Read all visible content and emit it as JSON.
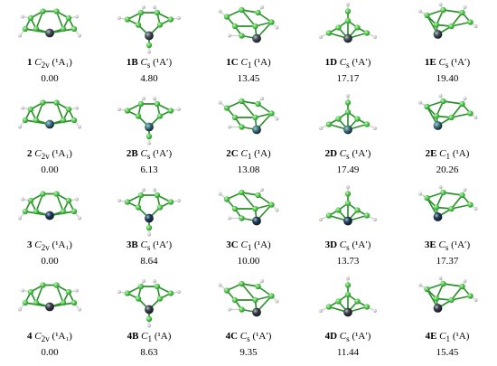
{
  "palette": {
    "carbon": "#5fd35a",
    "carbon_shade": "#2c8f2c",
    "hydrogen": "#e6e6e6",
    "bond": "#cfcfcf",
    "metal_row1": "#4b5560",
    "metal_row2": "#3f7f8e",
    "metal_row3": "#1f3f63",
    "metal_row4": "#40404f"
  },
  "icons": {
    "atom_c": "green-sphere",
    "atom_h": "white-sphere",
    "atom_m": "dark-metal-sphere"
  },
  "isomers": [
    [
      {
        "id": "1",
        "group": "C",
        "group_sub": "2v",
        "state": "(¹A₁)",
        "energy": "0.00",
        "shape": "A"
      },
      {
        "id": "1B",
        "group": "C",
        "group_sub": "s",
        "state": "(¹A′)",
        "energy": "4.80",
        "shape": "B"
      },
      {
        "id": "1C",
        "group": "C",
        "group_sub": "1",
        "state": "(¹A)",
        "energy": "13.45",
        "shape": "C"
      },
      {
        "id": "1D",
        "group": "C",
        "group_sub": "s",
        "state": "(¹A′)",
        "energy": "17.17",
        "shape": "D"
      },
      {
        "id": "1E",
        "group": "C",
        "group_sub": "s",
        "state": "(¹A′)",
        "energy": "19.40",
        "shape": "E"
      }
    ],
    [
      {
        "id": "2",
        "group": "C",
        "group_sub": "2v",
        "state": "(¹A₁)",
        "energy": "0.00",
        "shape": "A"
      },
      {
        "id": "2B",
        "group": "C",
        "group_sub": "s",
        "state": "(¹A′)",
        "energy": "6.13",
        "shape": "B"
      },
      {
        "id": "2C",
        "group": "C",
        "group_sub": "1",
        "state": "(¹A)",
        "energy": "13.08",
        "shape": "C"
      },
      {
        "id": "2D",
        "group": "C",
        "group_sub": "s",
        "state": "(¹A′)",
        "energy": "17.49",
        "shape": "D"
      },
      {
        "id": "2E",
        "group": "C",
        "group_sub": "1",
        "state": "(¹A)",
        "energy": "20.26",
        "shape": "E"
      }
    ],
    [
      {
        "id": "3",
        "group": "C",
        "group_sub": "2v",
        "state": "(¹A₁)",
        "energy": "0.00",
        "shape": "A"
      },
      {
        "id": "3B",
        "group": "C",
        "group_sub": "s",
        "state": "(¹A′)",
        "energy": "8.64",
        "shape": "B"
      },
      {
        "id": "3C",
        "group": "C",
        "group_sub": "1",
        "state": "(¹A)",
        "energy": "10.00",
        "shape": "C"
      },
      {
        "id": "3D",
        "group": "C",
        "group_sub": "s",
        "state": "(¹A′)",
        "energy": "13.73",
        "shape": "D"
      },
      {
        "id": "3E",
        "group": "C",
        "group_sub": "s",
        "state": "(¹A′)",
        "energy": "17.37",
        "shape": "E"
      }
    ],
    [
      {
        "id": "4",
        "group": "C",
        "group_sub": "2v",
        "state": "(¹A₁)",
        "energy": "0.00",
        "shape": "A"
      },
      {
        "id": "4B",
        "group": "C",
        "group_sub": "1",
        "state": "(¹A)",
        "energy": "8.63",
        "shape": "B"
      },
      {
        "id": "4C",
        "group": "C",
        "group_sub": "s",
        "state": "(¹A′)",
        "energy": "9.35",
        "shape": "C"
      },
      {
        "id": "4D",
        "group": "C",
        "group_sub": "s",
        "state": "(¹A′)",
        "energy": "11.44",
        "shape": "D"
      },
      {
        "id": "4E",
        "group": "C",
        "group_sub": "1",
        "state": "(¹A)",
        "energy": "15.45",
        "shape": "E"
      }
    ]
  ]
}
